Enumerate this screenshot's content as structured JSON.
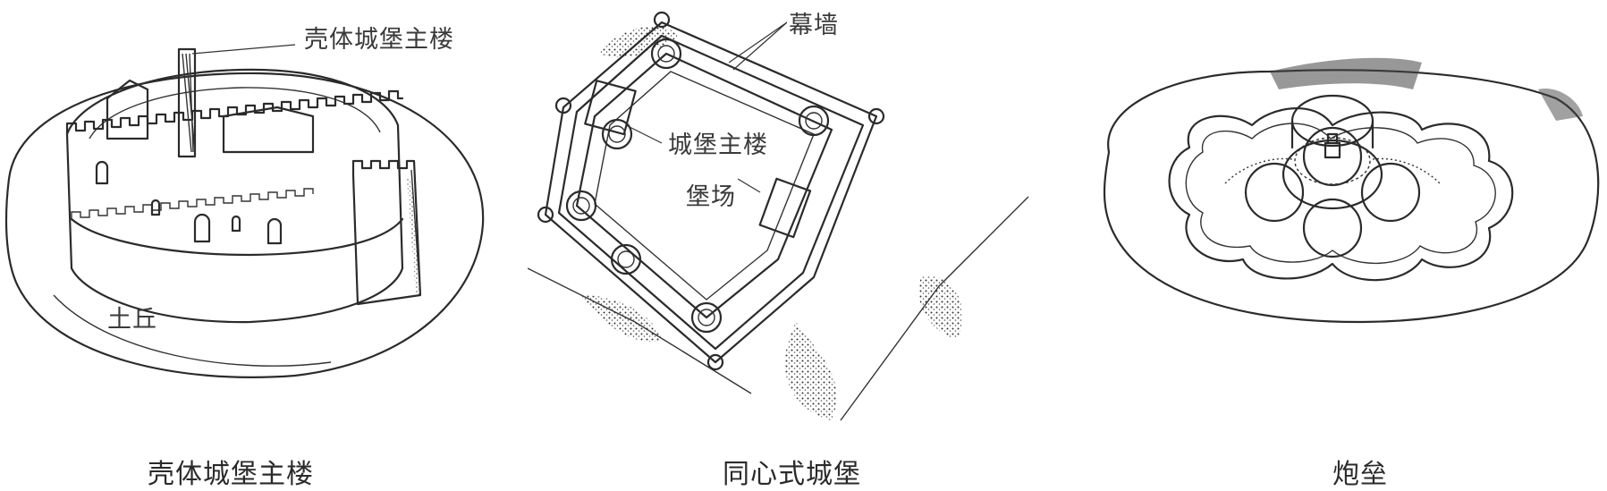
{
  "panels": [
    {
      "caption": "壳体城堡主楼",
      "labels": {
        "keep": "壳体城堡主楼",
        "mound": "土丘"
      }
    },
    {
      "caption": "同心式城堡",
      "labels": {
        "curtain_wall": "幕墙",
        "keep": "城堡主楼",
        "bailey": "堡场"
      }
    },
    {
      "caption": "炮垒",
      "labels": {}
    }
  ]
}
